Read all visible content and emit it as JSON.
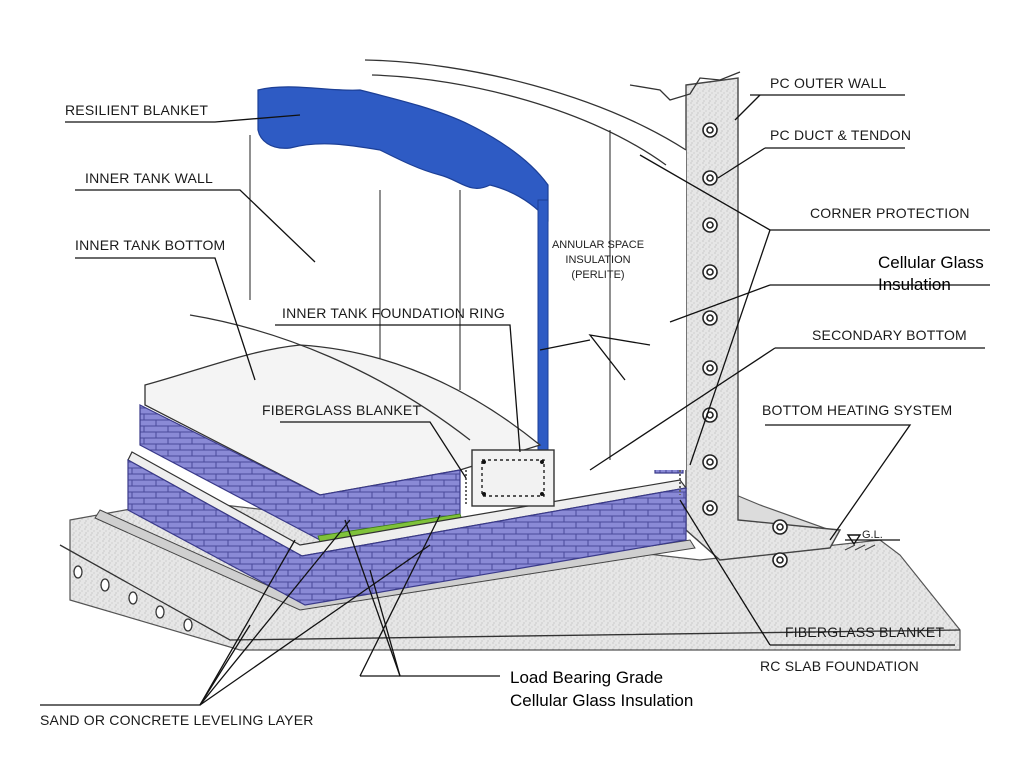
{
  "colors": {
    "blanket_blue": "#2e5bc4",
    "brick_fill": "#8a8ad6",
    "brick_line": "#4a4a9a",
    "concrete": "#e2e2e2",
    "fiberglass_green": "#7fc23a"
  },
  "labels": {
    "resilient_blanket": "RESILIENT BLANKET",
    "inner_tank_wall": "INNER TANK WALL",
    "inner_tank_bottom": "INNER TANK BOTTOM",
    "inner_tank_foundation_ring": "INNER TANK FOUNDATION RING",
    "fiberglass_blanket_top": "FIBERGLASS BLANKET",
    "annular_line1": "ANNULAR SPACE",
    "annular_line2": "INSULATION",
    "annular_line3": "(PERLITE)",
    "pc_outer_wall": "PC OUTER WALL",
    "pc_duct_tendon": "PC DUCT & TENDON",
    "corner_protection": "CORNER PROTECTION",
    "cellular_glass_line1": "Cellular Glass",
    "cellular_glass_line2": "Insulation",
    "secondary_bottom": "SECONDARY BOTTOM",
    "bottom_heating_system": "BOTTOM HEATING SYSTEM",
    "gl": "G.L.",
    "fiberglass_blanket_bottom": "FIBERGLASS BLANKET",
    "rc_slab_foundation": "RC SLAB FOUNDATION",
    "load_bearing_line1": "Load Bearing Grade",
    "load_bearing_line2": "Cellular Glass Insulation",
    "sand_layer": "SAND OR CONCRETE LEVELING LAYER"
  }
}
